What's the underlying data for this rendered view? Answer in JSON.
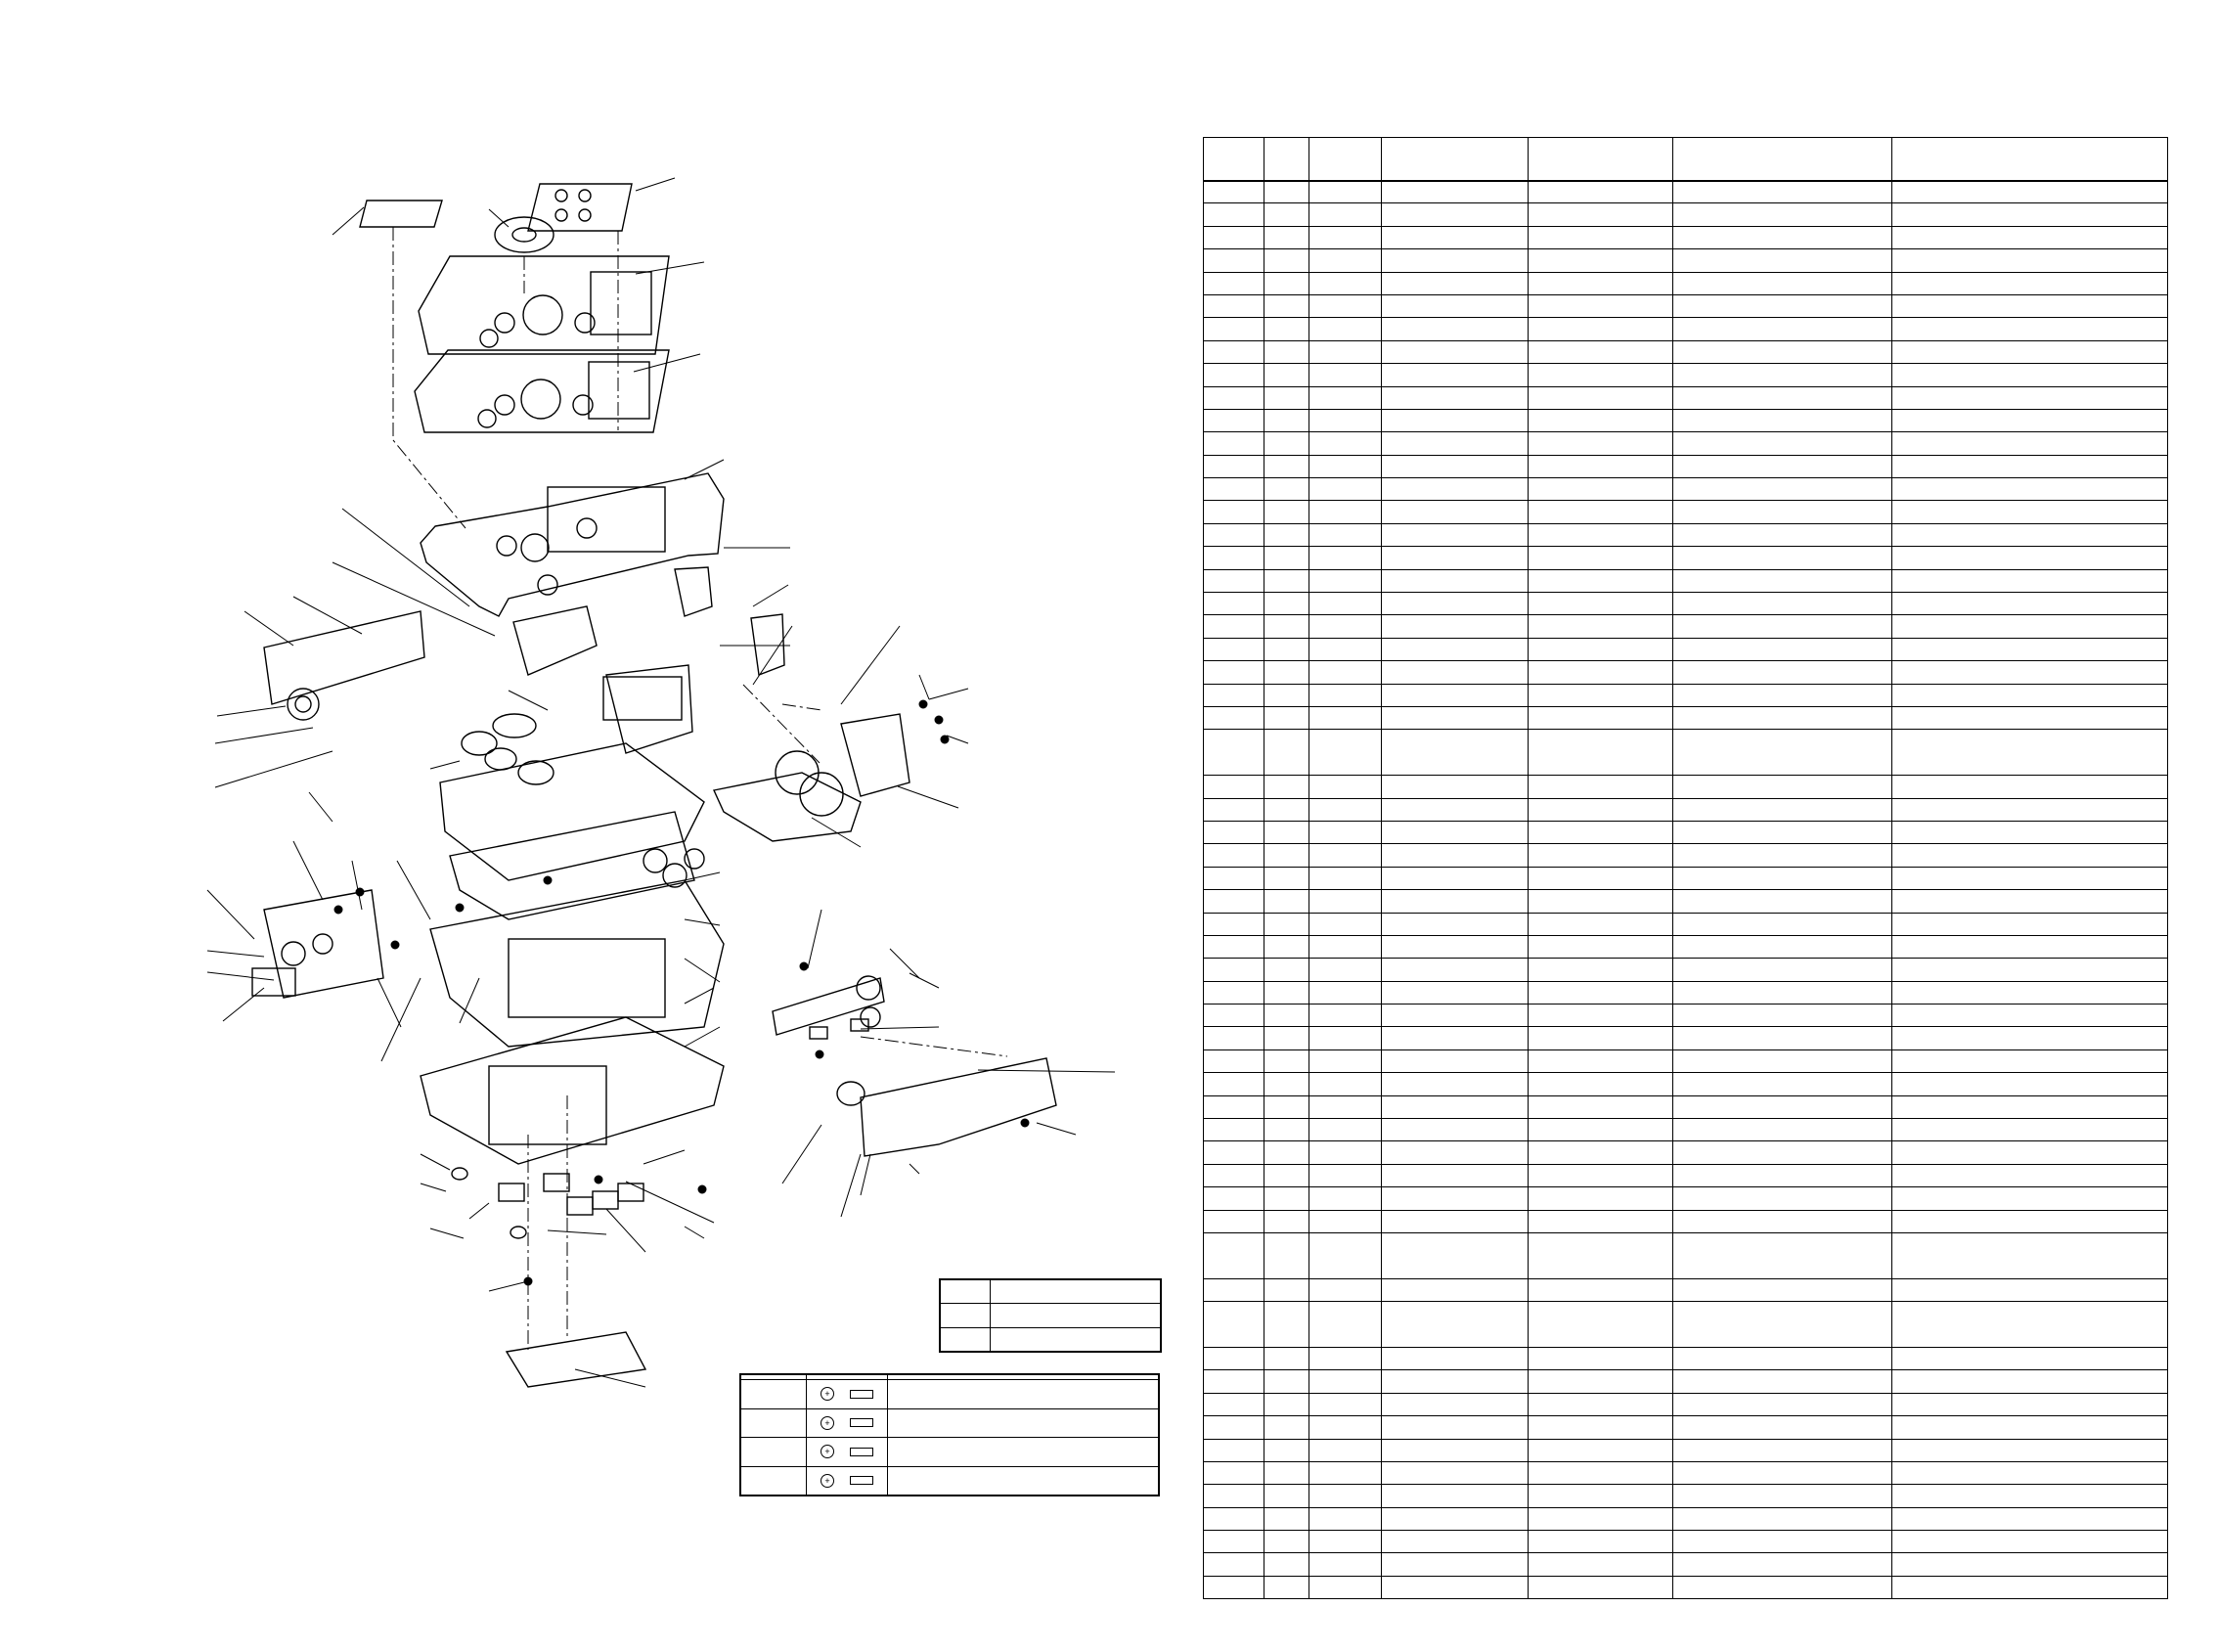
{
  "diagram": {
    "leader_count": 62
  },
  "legend_small": {
    "rows": 3
  },
  "legend_screws": {
    "rows": 5,
    "icons": [
      "screw-head-icon",
      "pan-screw-icon",
      "flat-screw-icon",
      "pan-screw-icon",
      "tapping-screw-icon"
    ]
  },
  "parts_table": {
    "row_count": 59,
    "tall_rows": [
      24,
      45,
      47
    ]
  }
}
